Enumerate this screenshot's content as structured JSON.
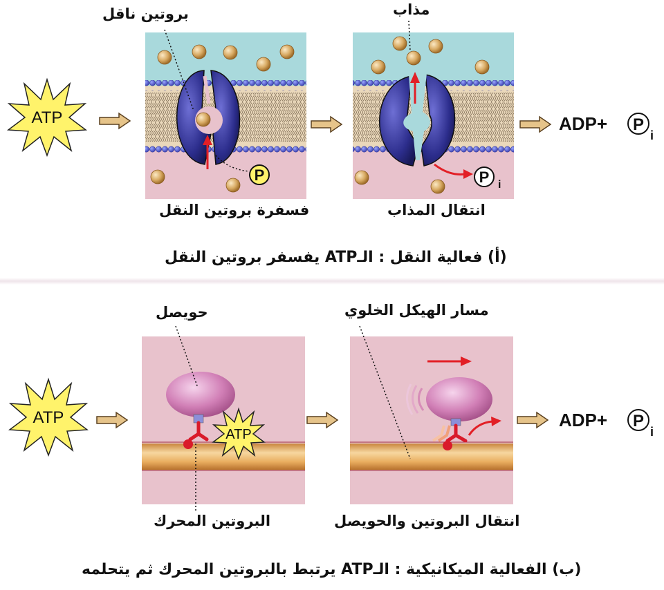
{
  "panel_a": {
    "atp_label": "ATP",
    "adp_text": "ADP+",
    "phosphate_symbol": "P",
    "phosphate_subscript": "i",
    "label_carrier_protein": "بروتين ناقل",
    "label_solute": "مذاب",
    "step1_caption": "فسفرة بروتين النقل",
    "step2_caption": "انتقال المذاب",
    "title": "(أ) فعالية النقل : الـATP يفسفر بروتين النقل"
  },
  "panel_b": {
    "atp_label": "ATP",
    "adp_text": "ADP+",
    "phosphate_symbol": "P",
    "phosphate_subscript": "i",
    "label_vesicle": "حويصل",
    "label_track": "مسار الهيكل الخلوي",
    "label_motor_protein": "البروتين المحرك",
    "step2_caption": "انتقال البروتين والحويصل",
    "title": "(ب) الفعالية الميكانيكية : الـATP يرتبط بالبروتين المحرك ثم يتحلمه"
  },
  "colors": {
    "extracellular": "#a9d9dc",
    "cytoplasm": "#e8c2cc",
    "protein": "#2e2f8a",
    "atp_star": "#fff36b",
    "solute": "#d6a965",
    "arrow_red": "#e21f26",
    "arrow_tan": "#e6c48a"
  }
}
